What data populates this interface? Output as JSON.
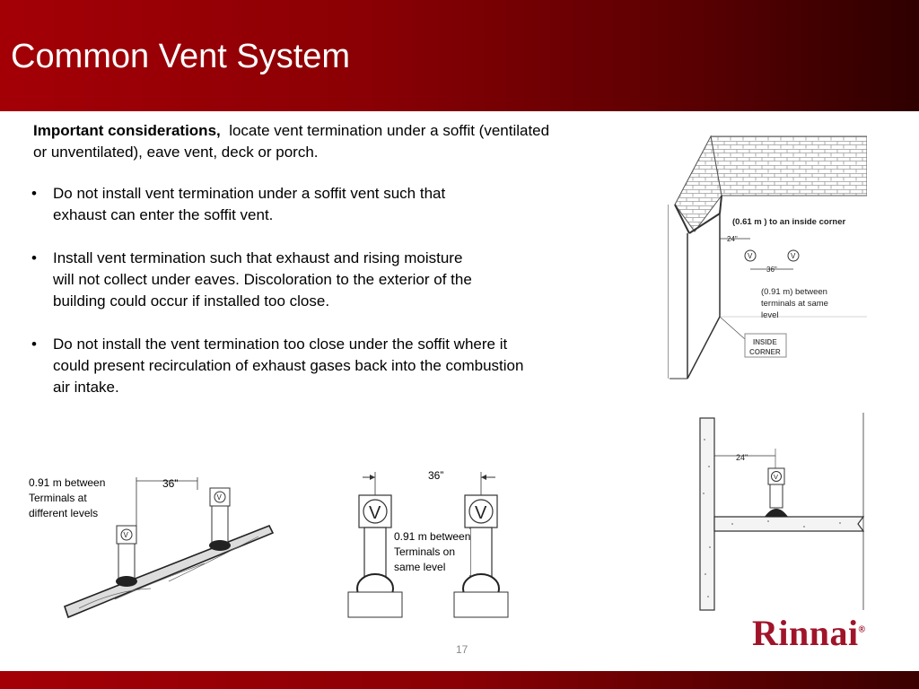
{
  "slide": {
    "title": "Common Vent System",
    "page_number": "17",
    "brand": "Rinnai",
    "brand_mark": "®"
  },
  "content": {
    "lead_bold": "Important considerations,",
    "lead_rest": "locate vent termination under a soffit (ventilated or unventilated), eave vent, deck or porch.",
    "bullets": [
      "Do not install vent termination under a soffit vent such that exhaust can enter the soffit vent.",
      "Install vent termination such that exhaust and rising moisture will not collect under eaves. Discoloration to the exterior of the building could occur if installed too close.",
      "Do not install the vent termination too close under the soffit where it could present recirculation of exhaust gases back into the combustion air intake."
    ]
  },
  "figures": {
    "corner": {
      "label_distance": "(0.61 m ) to an inside corner",
      "dim_24": "24\"",
      "dim_36": "36\"",
      "terminal_label": "V",
      "same_level_l1": "(0.91 m) between",
      "same_level_l2": "terminals at same",
      "same_level_l3": "level",
      "inside_l1": "INSIDE",
      "inside_l2": "CORNER"
    },
    "roof": {
      "caption_l1": "0.91 m between",
      "caption_l2": "Terminals at",
      "caption_l3": "different levels",
      "dim": "36”",
      "terminal_label": "V"
    },
    "same_level": {
      "dim": "36”",
      "caption_l1": "0.91 m between",
      "caption_l2": "Terminals on",
      "caption_l3": "same level",
      "terminal_label": "V"
    },
    "soffit": {
      "dim": "24\"",
      "terminal_label": "V"
    }
  }
}
